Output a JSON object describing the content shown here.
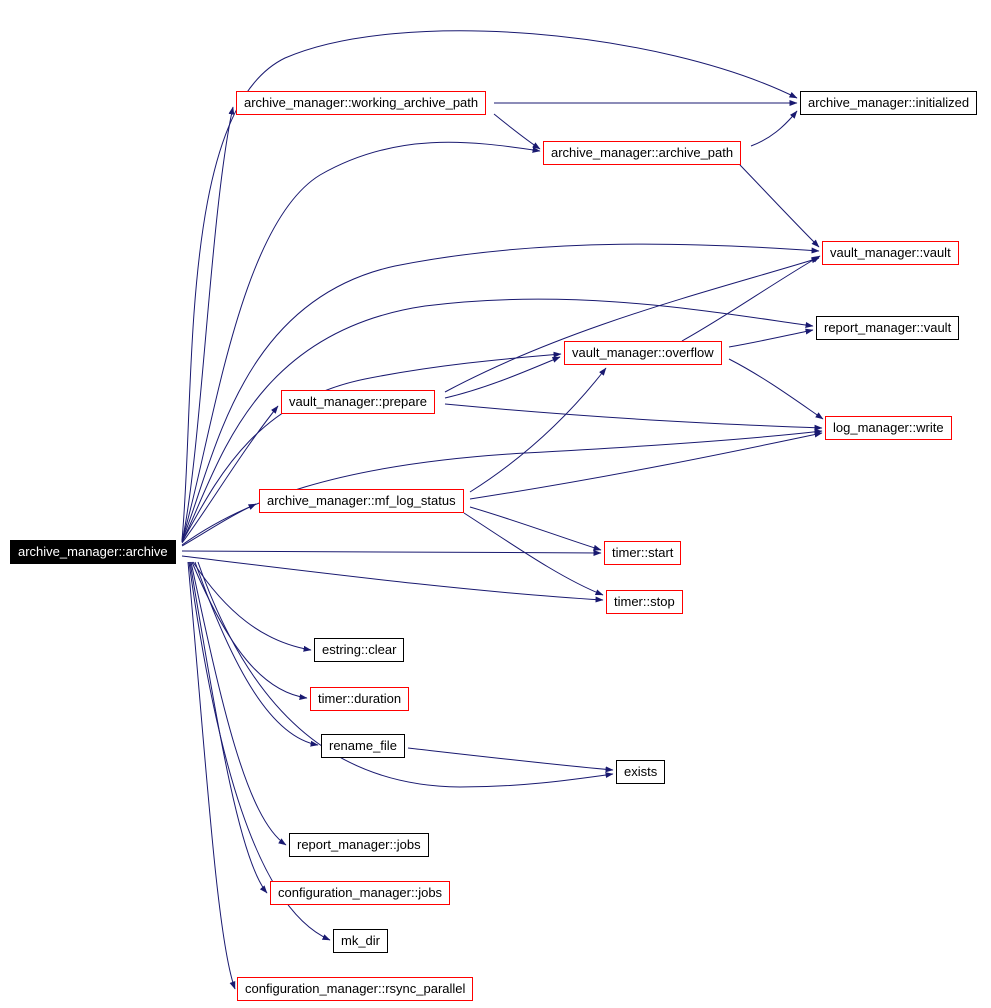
{
  "diagram": {
    "type": "call-graph",
    "colors": {
      "edge": "#191970",
      "highlight_border": "#ff0000",
      "normal_border": "#000000",
      "root_bg": "#000000",
      "root_text": "#ffffff",
      "node_bg": "#ffffff"
    }
  },
  "nodes": {
    "archive": {
      "label": "archive_manager::archive"
    },
    "working_archive_path": {
      "label": "archive_manager::working_archive_path"
    },
    "initialized": {
      "label": "archive_manager::initialized"
    },
    "archive_path": {
      "label": "archive_manager::archive_path"
    },
    "vault": {
      "label": "vault_manager::vault"
    },
    "report_vault": {
      "label": "report_manager::vault"
    },
    "overflow": {
      "label": "vault_manager::overflow"
    },
    "prepare": {
      "label": "vault_manager::prepare"
    },
    "write": {
      "label": "log_manager::write"
    },
    "mf_log_status": {
      "label": "archive_manager::mf_log_status"
    },
    "timer_start": {
      "label": "timer::start"
    },
    "timer_stop": {
      "label": "timer::stop"
    },
    "estring_clear": {
      "label": "estring::clear"
    },
    "timer_duration": {
      "label": "timer::duration"
    },
    "rename_file": {
      "label": "rename_file"
    },
    "exists": {
      "label": "exists"
    },
    "report_jobs": {
      "label": "report_manager::jobs"
    },
    "config_jobs": {
      "label": "configuration_manager::jobs"
    },
    "mk_dir": {
      "label": "mk_dir"
    },
    "rsync_parallel": {
      "label": "configuration_manager::rsync_parallel"
    }
  },
  "edges": [
    {
      "from": "archive",
      "to": "working_archive_path"
    },
    {
      "from": "archive",
      "to": "initialized"
    },
    {
      "from": "archive",
      "to": "archive_path"
    },
    {
      "from": "archive",
      "to": "vault"
    },
    {
      "from": "archive",
      "to": "report_vault"
    },
    {
      "from": "archive",
      "to": "overflow"
    },
    {
      "from": "archive",
      "to": "prepare"
    },
    {
      "from": "archive",
      "to": "write"
    },
    {
      "from": "archive",
      "to": "mf_log_status"
    },
    {
      "from": "archive",
      "to": "timer_start"
    },
    {
      "from": "archive",
      "to": "timer_stop"
    },
    {
      "from": "archive",
      "to": "estring_clear"
    },
    {
      "from": "archive",
      "to": "timer_duration"
    },
    {
      "from": "archive",
      "to": "rename_file"
    },
    {
      "from": "archive",
      "to": "exists"
    },
    {
      "from": "archive",
      "to": "report_jobs"
    },
    {
      "from": "archive",
      "to": "config_jobs"
    },
    {
      "from": "archive",
      "to": "mk_dir"
    },
    {
      "from": "archive",
      "to": "rsync_parallel"
    },
    {
      "from": "working_archive_path",
      "to": "initialized"
    },
    {
      "from": "working_archive_path",
      "to": "archive_path"
    },
    {
      "from": "archive_path",
      "to": "initialized"
    },
    {
      "from": "archive_path",
      "to": "vault"
    },
    {
      "from": "prepare",
      "to": "overflow"
    },
    {
      "from": "prepare",
      "to": "vault"
    },
    {
      "from": "prepare",
      "to": "write"
    },
    {
      "from": "overflow",
      "to": "vault"
    },
    {
      "from": "overflow",
      "to": "report_vault"
    },
    {
      "from": "overflow",
      "to": "write"
    },
    {
      "from": "mf_log_status",
      "to": "overflow"
    },
    {
      "from": "mf_log_status",
      "to": "write"
    },
    {
      "from": "mf_log_status",
      "to": "timer_start"
    },
    {
      "from": "mf_log_status",
      "to": "timer_stop"
    },
    {
      "from": "rename_file",
      "to": "exists"
    }
  ]
}
